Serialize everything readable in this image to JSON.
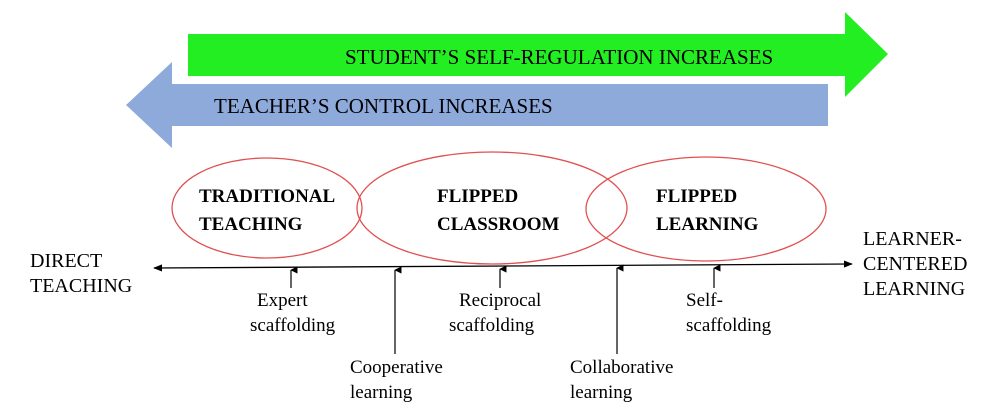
{
  "arrows": {
    "student": {
      "label": "STUDENT’S SELF-REGULATION INCREASES",
      "color": "#22ee22"
    },
    "teacher": {
      "label": "TEACHER’S CONTROL INCREASES",
      "color": "#8eaadb"
    }
  },
  "ovals": {
    "color": "#e05050",
    "items": [
      {
        "line1": "TRADITIONAL",
        "line2": "TEACHING"
      },
      {
        "line1": "FLIPPED",
        "line2": "CLASSROOM"
      },
      {
        "line1": "FLIPPED",
        "line2": "LEARNING"
      }
    ]
  },
  "axis": {
    "left": {
      "line1": "DIRECT",
      "line2": "TEACHING"
    },
    "right": {
      "line1": "LEARNER-",
      "line2": "CENTERED",
      "line3": "LEARNING"
    }
  },
  "markers": {
    "expert": {
      "line1": "Expert",
      "line2": "scaffolding"
    },
    "cooperative": {
      "line1": "Cooperative",
      "line2": "learning"
    },
    "reciprocal": {
      "line1": "Reciprocal",
      "line2": "scaffolding"
    },
    "collaborative": {
      "line1": "Collaborative",
      "line2": "learning"
    },
    "self": {
      "line1": "Self-",
      "line2": "scaffolding"
    }
  }
}
